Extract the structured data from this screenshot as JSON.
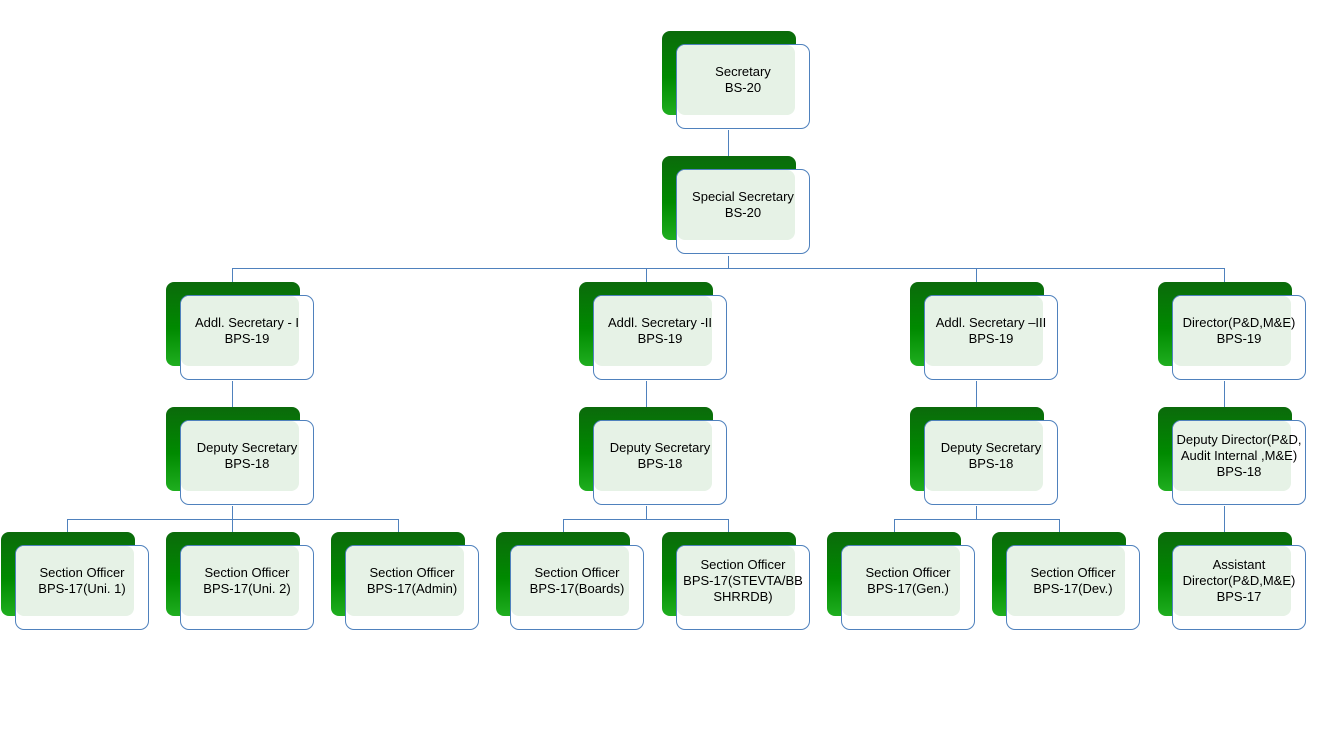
{
  "colors": {
    "connector": "#4f81bd",
    "box_back_dark": "#0b6a0b",
    "box_back_light": "#1fae1f",
    "box_front_fill": "#e6f2e6",
    "box_border": "#4f81bd"
  },
  "nodes": {
    "secretary": {
      "title": "Secretary",
      "grade": "BS-20"
    },
    "special_secretary": {
      "title": "Special Secretary",
      "grade": "BS-20"
    },
    "addl_sec_1": {
      "title": "Addl. Secretary - I",
      "grade": "BPS-19"
    },
    "addl_sec_2": {
      "title": "Addl. Secretary -II",
      "grade": "BPS-19"
    },
    "addl_sec_3": {
      "title": "Addl. Secretary –III",
      "grade": "BPS-19"
    },
    "director": {
      "title": "Director(P&D,M&E)",
      "grade": "BPS-19"
    },
    "dep_sec_1": {
      "title": "Deputy Secretary",
      "grade": "BPS-18"
    },
    "dep_sec_2": {
      "title": "Deputy Secretary",
      "grade": "BPS-18"
    },
    "dep_sec_3": {
      "title": "Deputy Secretary",
      "grade": "BPS-18"
    },
    "deputy_director": {
      "title": "Deputy Director(P&D, Audit Internal ,M&E)",
      "grade": "BPS-18"
    },
    "so_uni1": {
      "title": "Section Officer",
      "grade": "BPS-17(Uni. 1)"
    },
    "so_uni2": {
      "title": "Section Officer",
      "grade": "BPS-17(Uni. 2)"
    },
    "so_admin": {
      "title": "Section Officer",
      "grade": "BPS-17(Admin)"
    },
    "so_boards": {
      "title": "Section Officer",
      "grade": "BPS-17(Boards)"
    },
    "so_stevta": {
      "title": "Section Officer",
      "grade": "BPS-17(STEVTA/BBSHRRDB)"
    },
    "so_gen": {
      "title": "Section Officer",
      "grade": "BPS-17(Gen.)"
    },
    "so_dev": {
      "title": "Section Officer",
      "grade": "BPS-17(Dev.)"
    },
    "assistant_director": {
      "title": "Assistant Director(P&D,M&E)",
      "grade": "BPS-17"
    }
  }
}
